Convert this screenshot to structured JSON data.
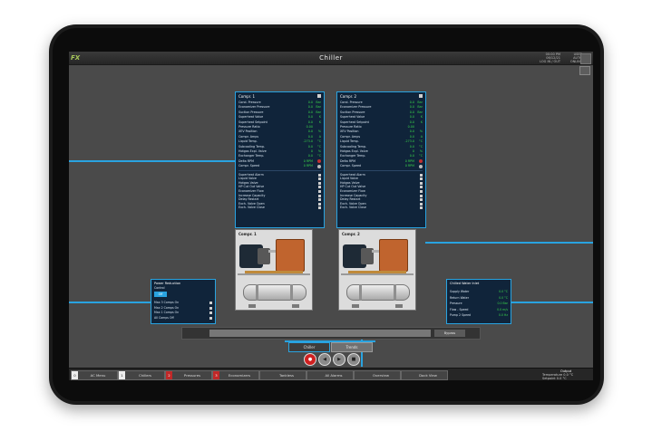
{
  "app": {
    "logo": "FX",
    "title": "Chiller"
  },
  "status": {
    "left": [
      "00:00 PM",
      "06/12/21",
      "LOG IN / OUT"
    ],
    "right": [
      "USER",
      "AUTO",
      "ONLINE"
    ]
  },
  "colors": {
    "accent": "#29a3e0",
    "value_green": "#39d44a",
    "panel_bg": "#10243a"
  },
  "comp_panels": [
    {
      "title": "Compr. 1",
      "rows": [
        {
          "label": "Cond. Pressure",
          "value": "0.0",
          "unit": "Bar"
        },
        {
          "label": "Economizer Pressure",
          "value": "0.0",
          "unit": "Bar"
        },
        {
          "label": "Suction Pressure",
          "value": "0.0",
          "unit": "Bar"
        },
        {
          "label": "Superheat Value",
          "value": "0.0",
          "unit": "K"
        },
        {
          "label": "Superheat Setpoint",
          "value": "0.0",
          "unit": "K"
        },
        {
          "label": "Pressure Ratio",
          "value": "0.00",
          "unit": ""
        },
        {
          "label": "XEV Position",
          "value": "0.0",
          "unit": "%"
        },
        {
          "label": "Compr. Amps",
          "value": "0.0",
          "unit": "A"
        },
        {
          "label": "Liquid Temp.",
          "value": "-273.0",
          "unit": "°C"
        },
        {
          "label": "Subcooling Temp.",
          "value": "0.0",
          "unit": "°C"
        },
        {
          "label": "Hotgas Expl. Valve",
          "value": "0",
          "unit": "%"
        },
        {
          "label": "Exchanger Temp.",
          "value": "0.0",
          "unit": "°C"
        },
        {
          "label": "Delta RPM",
          "value": "0 RPM",
          "unit": ""
        },
        {
          "label": "Compr. Speed",
          "value": "0 RPM",
          "unit": ""
        }
      ],
      "flags": [
        "Superheat Alarm",
        "Liquid Valve",
        "Hotgas Valve",
        "HP Cut Out Valve",
        "Economizer Flow",
        "Increase Capacity",
        "Delay Restart",
        "Exch. Valve Open",
        "Exch. Valve Close"
      ]
    },
    {
      "title": "Compr. 2",
      "rows": [
        {
          "label": "Cond. Pressure",
          "value": "0.0",
          "unit": "Bar"
        },
        {
          "label": "Economizer Pressure",
          "value": "0.0",
          "unit": "Bar"
        },
        {
          "label": "Suction Pressure",
          "value": "0.0",
          "unit": "Bar"
        },
        {
          "label": "Superheat Value",
          "value": "0.0",
          "unit": "K"
        },
        {
          "label": "Superheat Setpoint",
          "value": "0.0",
          "unit": "K"
        },
        {
          "label": "Pressure Ratio",
          "value": "0.00",
          "unit": ""
        },
        {
          "label": "XEV Position",
          "value": "0.0",
          "unit": "%"
        },
        {
          "label": "Compr. Amps",
          "value": "0.0",
          "unit": "A"
        },
        {
          "label": "Liquid Temp.",
          "value": "-273.0",
          "unit": "°C"
        },
        {
          "label": "Subcooling Temp.",
          "value": "0.0",
          "unit": "°C"
        },
        {
          "label": "Hotgas Expl. Valve",
          "value": "0",
          "unit": "%"
        },
        {
          "label": "Exchanger Temp.",
          "value": "0.0",
          "unit": "°C"
        },
        {
          "label": "Delta RPM",
          "value": "0 RPM",
          "unit": ""
        },
        {
          "label": "Compr. Speed",
          "value": "0 RPM",
          "unit": ""
        }
      ],
      "flags": [
        "Superheat Alarm",
        "Liquid Valve",
        "Hotgas Valve",
        "HP Cut Out Valve",
        "Economizer Flow",
        "Increase Capacity",
        "Delay Restart",
        "Exch. Valve Open",
        "Exch. Valve Close"
      ]
    }
  ],
  "illustrations": [
    {
      "title": "Compr. 1"
    },
    {
      "title": "Compr. 2"
    }
  ],
  "left_panel": {
    "title": "Power Reduction",
    "subtitle": "Control",
    "toggle": "Off",
    "rows": [
      "Max 3 Comps On",
      "Max 2 Comps On",
      "Max 1 Comps On",
      "All Comps Off"
    ]
  },
  "right_panel": {
    "title": "Chilled Water Inlet",
    "rows": [
      {
        "label": "Supply Water",
        "value": "0.0 °C"
      },
      {
        "label": "Return Water",
        "value": "0.0 °C"
      },
      {
        "label": "Pressure",
        "value": "0.0 Bar"
      },
      {
        "label": "Flow - Speed",
        "value": "0.0 m/s"
      },
      {
        "label": "Pump 2 Speed",
        "value": "0.0 Hz"
      }
    ]
  },
  "bypass_label": "Bypass",
  "tabs": [
    "Chiller",
    "Trends"
  ],
  "media_buttons": [
    "●",
    "◀",
    "▶",
    "■"
  ],
  "nav": [
    {
      "num": "0",
      "label": "AC Menu",
      "red": false
    },
    {
      "num": "1",
      "label": "Chillers",
      "red": false
    },
    {
      "num": "2",
      "label": "Pressures",
      "red": true
    },
    {
      "num": "3",
      "label": "Economizers",
      "red": true
    },
    {
      "num": "",
      "label": "Tankless",
      "red": false
    },
    {
      "num": "",
      "label": "All Alarms",
      "red": false
    },
    {
      "num": "",
      "label": "Overview",
      "red": false
    },
    {
      "num": "",
      "label": "Dock View",
      "red": false
    }
  ],
  "bottom_right": {
    "title": "Output",
    "rows": [
      "Temperature  0.0 °C",
      "Setpoint  0.0 °C"
    ]
  }
}
